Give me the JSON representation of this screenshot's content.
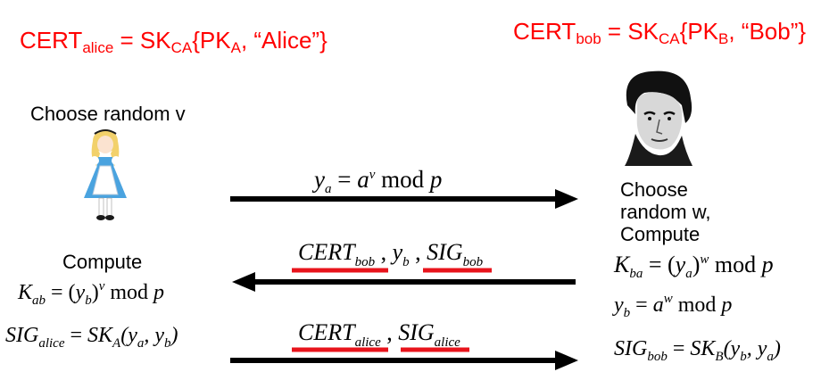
{
  "certs": {
    "alice": {
      "prefix": "CERT",
      "sub": "alice",
      "mid": " = SK",
      "mid_sub": "CA",
      "pk": "{PK",
      "pk_sub": "A",
      "rest": ", “Alice”}"
    },
    "bob": {
      "prefix": "CERT",
      "sub": "bob",
      "mid": " = SK",
      "mid_sub": "CA",
      "pk": "{PK",
      "pk_sub": "B",
      "rest": ", “Bob”}"
    }
  },
  "alice": {
    "choose": "Choose random v",
    "compute": "Compute",
    "kab": {
      "k": "K",
      "k_sub": "ab",
      "eq": " = (",
      "y": "y",
      "y_sub": "b",
      "close": ")",
      "exp": "v",
      "mod": " mod ",
      "p": "p"
    },
    "sig": {
      "s": "SIG",
      "s_sub": "alice",
      "eq": " = ",
      "sk": "SK",
      "sk_sub": "A",
      "args": "(y",
      "a_sub": "a",
      "comma": ", y",
      "b_sub": "b",
      "close": ")"
    }
  },
  "bob": {
    "choose_lines": [
      "Choose",
      "random w,",
      "Compute"
    ],
    "kba": {
      "k": "K",
      "k_sub": "ba",
      "eq": " = (",
      "y": "y",
      "y_sub": "a",
      "close": ")",
      "exp": "w",
      "mod": " mod ",
      "p": "p"
    },
    "yb": {
      "y": "y",
      "y_sub": "b",
      "eq": " = ",
      "a": "a",
      "exp": "w",
      "mod": " mod ",
      "p": "p"
    },
    "sig": {
      "s": "SIG",
      "s_sub": "bob",
      "eq": " = ",
      "sk": "SK",
      "sk_sub": "B",
      "args": "(y",
      "b_sub": "b",
      "comma": ", y",
      "a_sub": "a",
      "close": ")"
    }
  },
  "messages": {
    "m1": {
      "y": "y",
      "y_sub": "a",
      "eq": " = ",
      "a": "a",
      "exp": "v",
      "mod": " mod ",
      "p": "p"
    },
    "m2": {
      "cert": "CERT",
      "cert_sub": "bob",
      "sep1": " , ",
      "y": "y",
      "y_sub": "b",
      "sep2": " , ",
      "sig": "SIG",
      "sig_sub": "bob"
    },
    "m3": {
      "cert": "CERT",
      "cert_sub": "alice",
      "sep1": " , ",
      "sig": "SIG",
      "sig_sub": "alice"
    }
  },
  "colors": {
    "accent": "#ff0000",
    "arrow": "#000000",
    "underline": "#e8141c"
  },
  "icons": {
    "alice": "alice-figure-icon",
    "bob": "bob-portrait-icon"
  }
}
